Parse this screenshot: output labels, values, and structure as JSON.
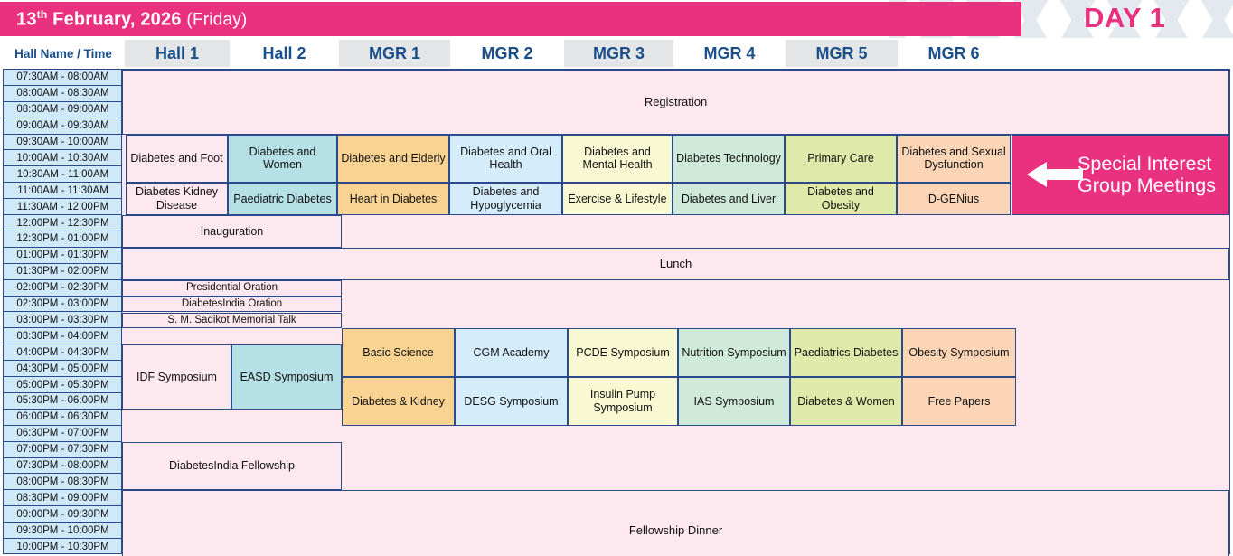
{
  "header": {
    "date_day": "13",
    "date_sup": "th",
    "date_rest": " February, 2026",
    "day_of_week": "(Friday)",
    "day_label": "DAY 1",
    "accent_pink": "#ea3180",
    "accent_blue": "#1b4f8a"
  },
  "columns": {
    "time_header": "Hall Name / Time",
    "halls": [
      {
        "name": "Hall 1",
        "color": "#fce8ee"
      },
      {
        "name": "Hall 2",
        "color": "#b4e0e6"
      },
      {
        "name": "MGR 1",
        "color": "#f9d392"
      },
      {
        "name": "MGR 2",
        "color": "#d5ecfa"
      },
      {
        "name": "MGR 3",
        "color": "#f8f8d2"
      },
      {
        "name": "MGR 4",
        "color": "#cfeada"
      },
      {
        "name": "MGR 5",
        "color": "#dfe9a9"
      },
      {
        "name": "MGR 6",
        "color": "#fbd5b5"
      }
    ]
  },
  "time_slots": [
    "07:30AM - 08:00AM",
    "08:00AM - 08:30AM",
    "08:30AM - 09:00AM",
    "09:00AM - 09:30AM",
    "09:30AM - 10:00AM",
    "10:00AM - 10:30AM",
    "10:30AM - 11:00AM",
    "11:00AM - 11:30AM",
    "11:30AM - 12:00PM",
    "12:00PM - 12:30PM",
    "12:30PM - 01:00PM",
    "01:00PM - 01:30PM",
    "01:30PM - 02:00PM",
    "02:00PM - 02:30PM",
    "02:30PM - 03:00PM",
    "03:00PM - 03:30PM",
    "03:30PM - 04:00PM",
    "04:00PM - 04:30PM",
    "04:30PM - 05:00PM",
    "05:00PM - 05:30PM",
    "05:30PM - 06:00PM",
    "06:00PM - 06:30PM",
    "06:30PM - 07:00PM",
    "07:00PM - 07:30PM",
    "07:30PM - 08:00PM",
    "08:00PM - 08:30PM",
    "08:30PM - 09:00PM",
    "09:00PM - 09:30PM",
    "09:30PM - 10:00PM",
    "10:00PM - 10:30PM"
  ],
  "sessions": {
    "registration": "Registration",
    "lunch": "Lunch",
    "inauguration": "Inauguration",
    "fellowship_dinner": "Fellowship Dinner",
    "diabetesindia_fellowship": "DiabetesIndia Fellowship",
    "orations": [
      "Presidential Oration",
      "DiabetesIndia Oration",
      "S. M. Sadikot Memorial Talk"
    ],
    "morning_row1": [
      "Diabetes and Foot",
      "Diabetes and Women",
      "Diabetes and Elderly",
      "Diabetes and Oral Health",
      "Diabetes and Mental Health",
      "Diabetes Technology",
      "Primary Care",
      "Diabetes and Sexual Dysfunction"
    ],
    "morning_row2": [
      "Diabetes Kidney Disease",
      "Paediatric Diabetes",
      "Heart in Diabetes",
      "Diabetes and Hypoglycemia",
      "Exercise & Lifestyle",
      "Diabetes and Liver",
      "Diabetes and Obesity",
      "D-GENius"
    ],
    "afternoon_row1": [
      "Basic Science",
      "CGM Academy",
      "PCDE Symposium",
      "Nutrition Symposium",
      "Paediatrics Diabetes",
      "Obesity Symposium"
    ],
    "afternoon_row2": [
      "Diabetes & Kidney",
      "DESG Symposium",
      "Insulin Pump Symposium",
      "IAS Symposium",
      "Diabetes & Women",
      "Free Papers"
    ],
    "idf_symposium": "IDF Symposium",
    "easd_symposium": "EASD Symposium",
    "sig_banner": "Special Interest\nGroup Meetings",
    "sig_banner_line1": "Special Interest",
    "sig_banner_line2": "Group Meetings"
  }
}
